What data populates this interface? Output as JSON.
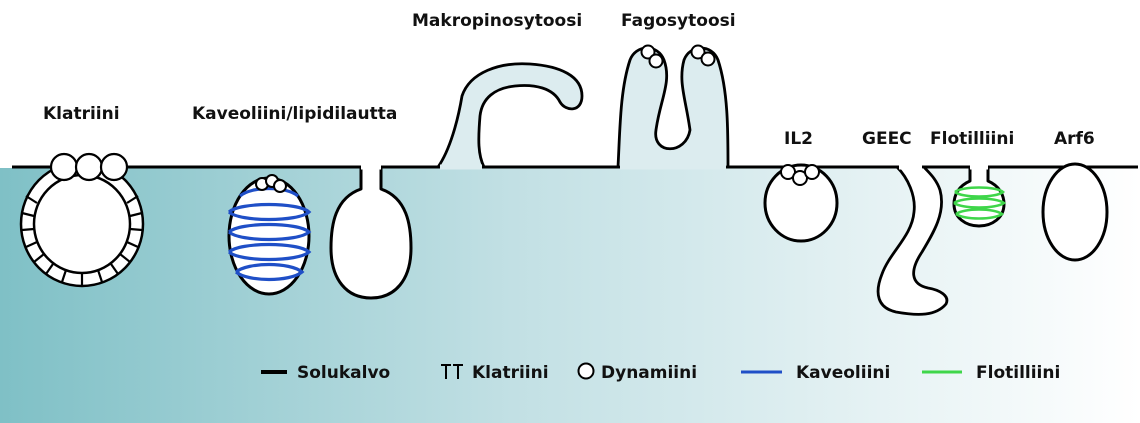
{
  "labels": {
    "klatriini": "Klatriini",
    "kaveoliini_lipidilautta": "Kaveoliini/lipidilautta",
    "makropinosytoosi": "Makropinosytoosi",
    "fagosytoosi": "Fagosytoosi",
    "il2": "IL2",
    "geec": "GEEC",
    "flotilliini": "Flotilliini",
    "arf6": "Arf6"
  },
  "legend": {
    "solukalvo": "Solukalvo",
    "klatriini": "Klatriini",
    "dynamiini": "Dynamiini",
    "kaveoliini": "Kaveoliini",
    "flotilliini": "Flotilliini"
  },
  "colors": {
    "cell_gradient_left": "#7fc0c6",
    "cell_gradient_right": "#ffffff",
    "vesicle_fill": "#dcecef",
    "membrane": "#000000",
    "caveolin": "#1f4fc7",
    "flotillin": "#3fd64a"
  }
}
